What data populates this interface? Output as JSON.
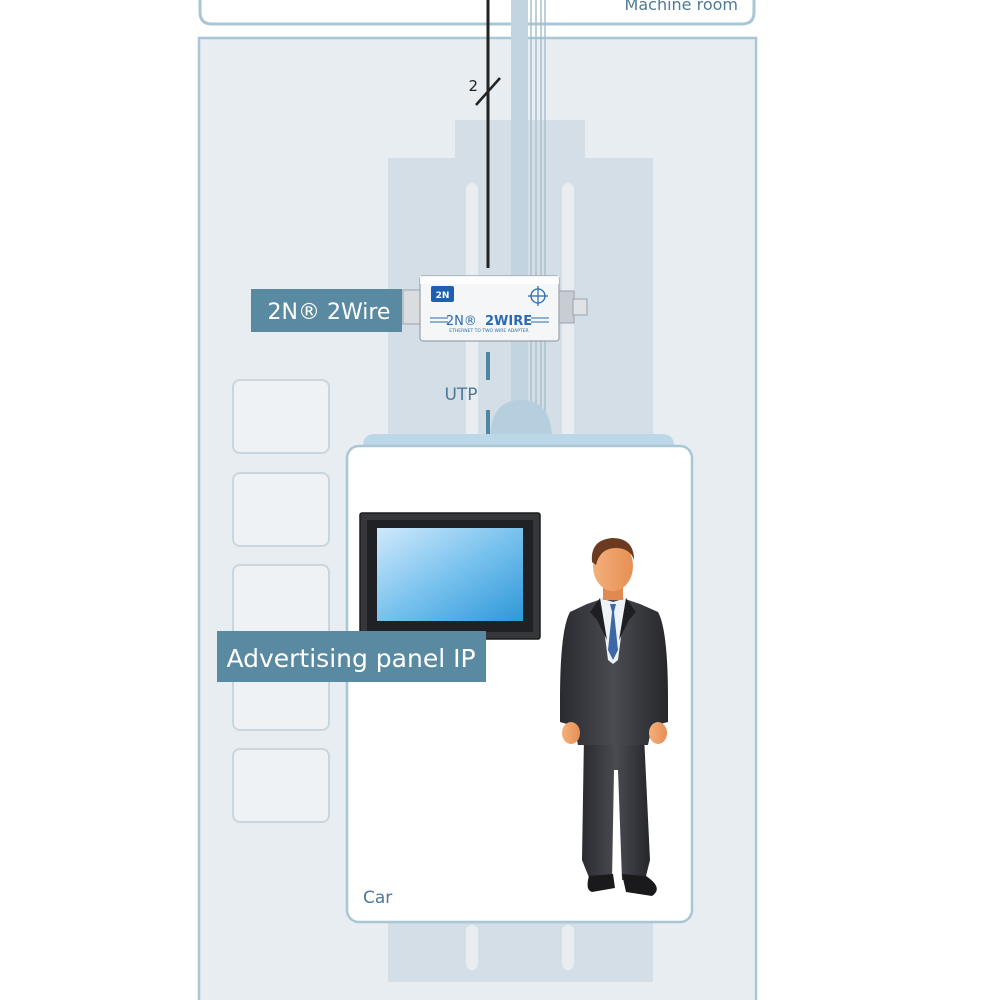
{
  "labels": {
    "machine_room": "Machine room",
    "wire_count": "2",
    "utp": "UTP",
    "car": "Car"
  },
  "device": {
    "tag_label": "2N® 2Wire",
    "logo": "2N",
    "name_light": "2N®",
    "name_bold": "2WIRE",
    "subtitle": "ETHERNET TO TWO WIRE ADAPTER"
  },
  "panel": {
    "tag_label": "Advertising panel IP"
  },
  "colors": {
    "shaft": "#e8edf1",
    "shaft_border": "#a9c6d6",
    "tag": "#5a8aa1",
    "label": "#4d7a96",
    "wire": "#222222",
    "utp_cable": "#4f86a3"
  }
}
